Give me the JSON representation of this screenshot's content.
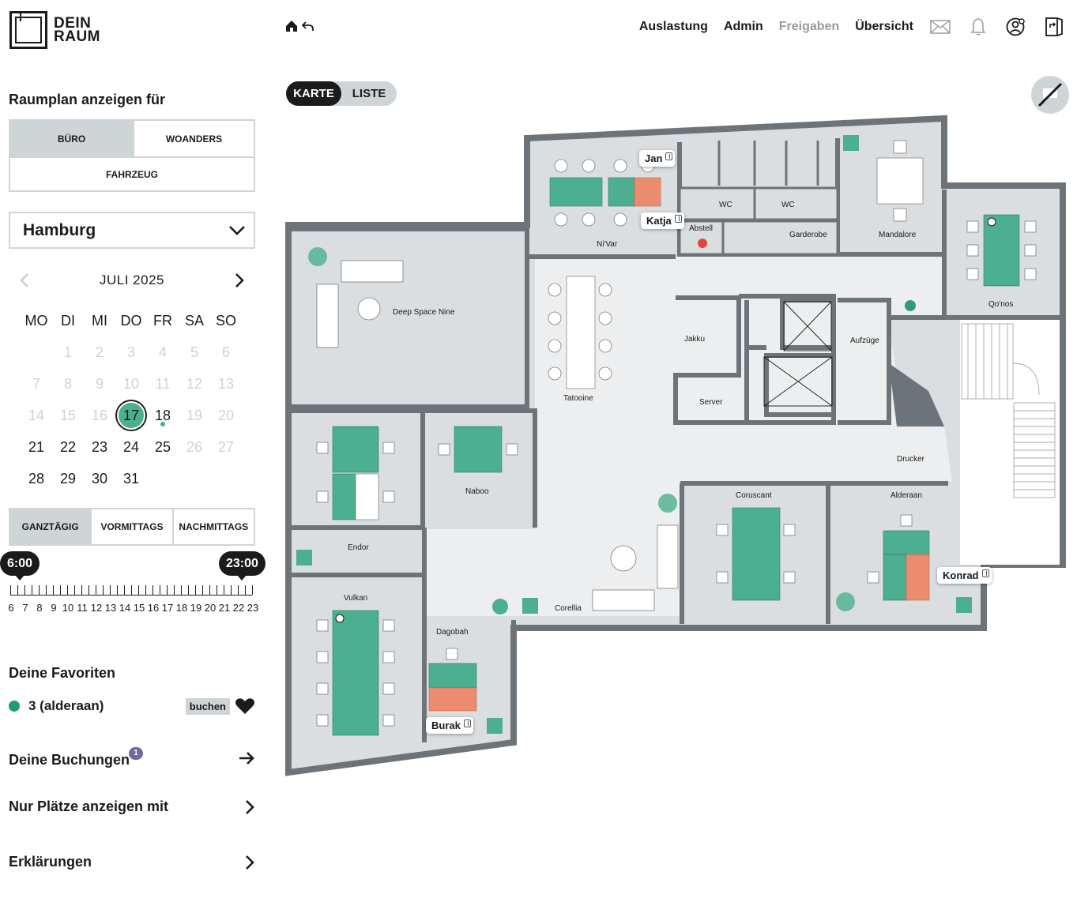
{
  "logo": {
    "line1": "DEIN",
    "line2": "RAUM"
  },
  "nav": {
    "links": [
      {
        "label": "Auslastung",
        "muted": false
      },
      {
        "label": "Admin",
        "muted": false
      },
      {
        "label": "Freigaben",
        "muted": true
      },
      {
        "label": "Übersicht",
        "muted": false
      }
    ],
    "icons": [
      "mail-icon",
      "bell-icon",
      "user-settings-icon",
      "logout-icon"
    ]
  },
  "sidebar": {
    "title": "Raumplan anzeigen für",
    "location_types": [
      "BÜRO",
      "WOANDERS",
      "FAHRZEUG"
    ],
    "location_selected": "BÜRO",
    "city": "Hamburg",
    "calendar": {
      "month": "JULI 2025",
      "weekdays": [
        "MO",
        "DI",
        "MI",
        "DO",
        "FR",
        "SA",
        "SO"
      ],
      "weeks": [
        [
          "",
          "1",
          "2",
          "3",
          "4",
          "5",
          "6"
        ],
        [
          "7",
          "8",
          "9",
          "10",
          "11",
          "12",
          "13"
        ],
        [
          "14",
          "15",
          "16",
          "17",
          "18",
          "19",
          "20"
        ],
        [
          "21",
          "22",
          "23",
          "24",
          "25",
          "26",
          "27"
        ],
        [
          "28",
          "29",
          "30",
          "31",
          "",
          "",
          ""
        ]
      ],
      "disabled": [
        "1",
        "2",
        "3",
        "4",
        "5",
        "6",
        "7",
        "8",
        "9",
        "10",
        "11",
        "12",
        "13",
        "14",
        "15",
        "16",
        "19",
        "20",
        "26",
        "27"
      ],
      "selected": "17",
      "marked": [
        "18"
      ]
    },
    "time_modes": [
      "GANZTÄGIG",
      "VORMITTAGS",
      "NACHMITTAGS"
    ],
    "time_mode_selected": "GANZTÄGIG",
    "time_range": {
      "start": "6:00",
      "end": "23:00",
      "min_hour": 6,
      "max_hour": 23
    },
    "hour_labels": [
      "6",
      "7",
      "8",
      "9",
      "10",
      "11",
      "12",
      "13",
      "14",
      "15",
      "16",
      "17",
      "18",
      "19",
      "20",
      "21",
      "22",
      "23"
    ],
    "favorites_title": "Deine Favoriten",
    "favorites": [
      {
        "label": "3 (alderaan)",
        "action": "buchen"
      }
    ],
    "bookings_label": "Deine Buchungen",
    "bookings_count": "1",
    "filter_label": "Nur Plätze anzeigen mit",
    "legend_label": "Erklärungen"
  },
  "view_toggle": {
    "map": "KARTE",
    "list": "LISTE",
    "selected": "KARTE"
  },
  "rooms": {
    "nivar": "Ni'Var",
    "wc1": "WC",
    "wc2": "WC",
    "abstell": "Abstell",
    "garderobe": "Garderobe",
    "mandalore": "Mandalore",
    "qonos": "Qo'nos",
    "dsn": "Deep Space Nine",
    "tatooine": "Tatooine",
    "jakku": "Jakku",
    "server": "Server",
    "aufzuege": "Aufzüge",
    "drucker": "Drucker",
    "endor": "Endor",
    "naboo": "Naboo",
    "vulkan": "Vulkan",
    "corellia": "Corellia",
    "coruscant": "Coruscant",
    "alderaan": "Alderaan",
    "dagobah": "Dagobah"
  },
  "people": {
    "jan": "Jan",
    "katja": "Katja",
    "konrad": "Konrad",
    "burak": "Burak"
  },
  "colors": {
    "free": "#4caf8f",
    "booked": "#ec8c6e",
    "wall": "#6c7479",
    "floor": "#dadee0",
    "hall": "#eceeef"
  }
}
